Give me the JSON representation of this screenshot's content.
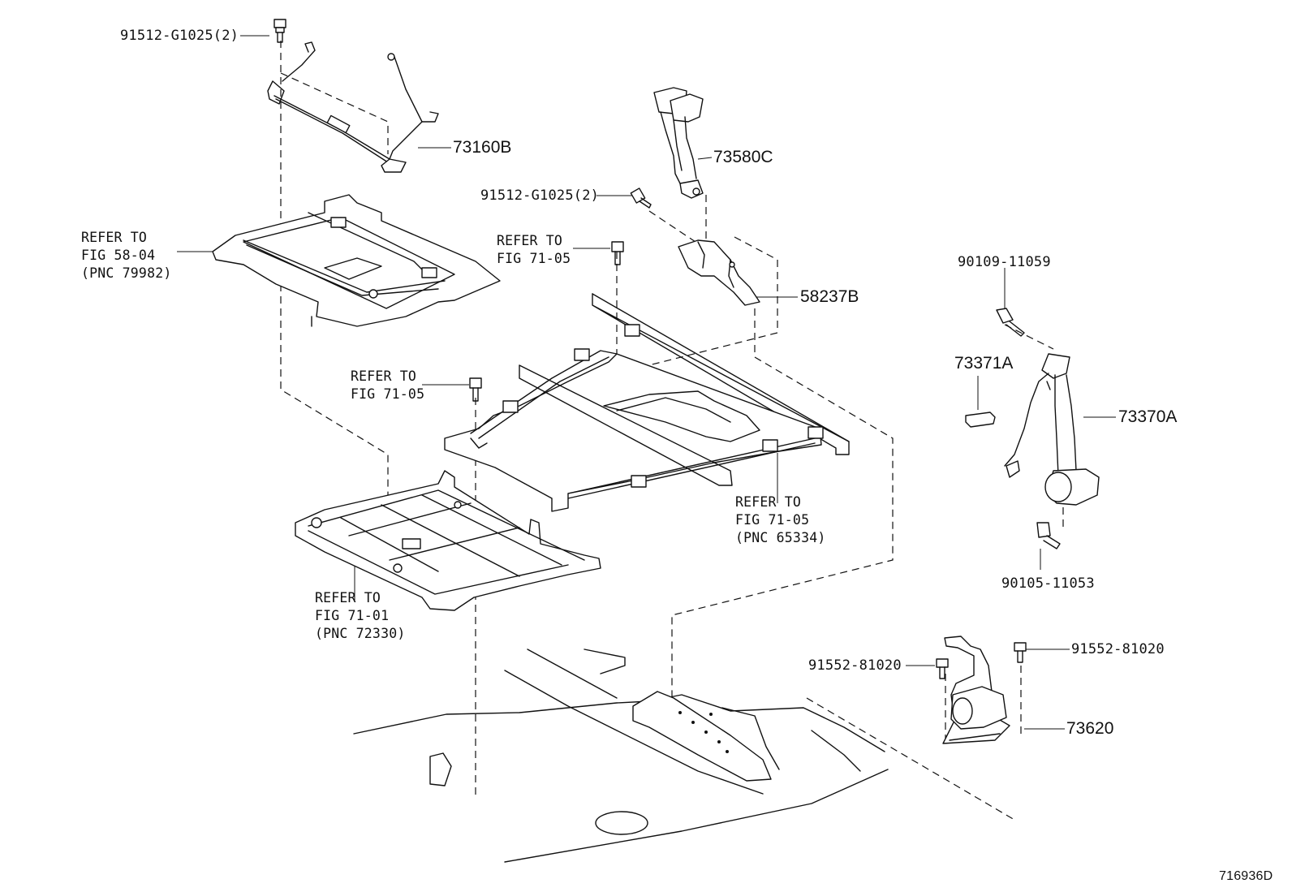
{
  "labels": {
    "bolt_top_left": "91512-G1025(2)",
    "cable_assy": "73160B",
    "buckle": "73580C",
    "bolt_mid": "91512-G1025(2)",
    "bracket": "58237B",
    "bolt_right_top": "90109-11059",
    "clip": "73371A",
    "belt_assy": "73370A",
    "bolt_right_bottom": "90105-11053",
    "bolt_lower_left": "91552-81020",
    "bolt_lower_right": "91552-81020",
    "retractor": "73620",
    "diagram_id": "716936D"
  },
  "refs": {
    "ref_58_04": [
      "REFER TO",
      "FIG 58-04",
      "(PNC 79982)"
    ],
    "ref_71_05_top": [
      "REFER TO",
      "FIG 71-05"
    ],
    "ref_71_05_left": [
      "REFER TO",
      "FIG 71-05"
    ],
    "ref_71_05_pnc": [
      "REFER TO",
      "FIG 71-05",
      "(PNC 65334)"
    ],
    "ref_71_01": [
      "REFER TO",
      "FIG 71-01",
      "(PNC 72330)"
    ]
  }
}
